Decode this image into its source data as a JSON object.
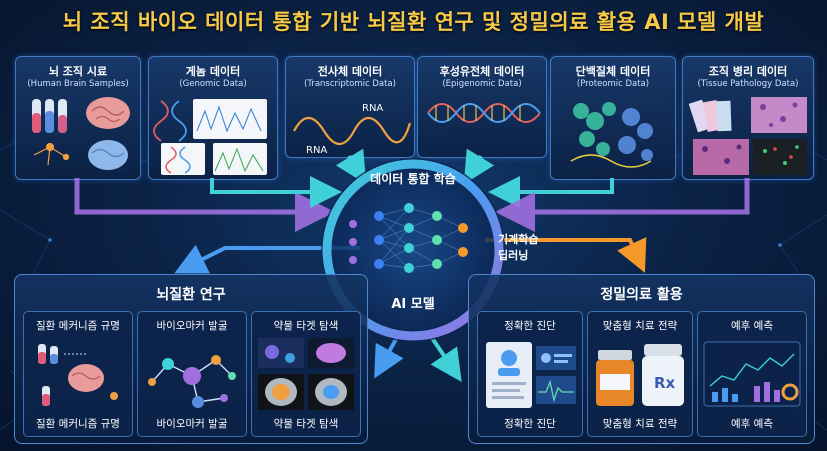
{
  "title": "뇌 조직 바이오 데이터 통합 기반 뇌질환 연구 및 정밀의료 활용 AI 모델 개발",
  "sources": [
    {
      "title": "뇌 조직 시료",
      "subtitle": "(Human Brain Samples)"
    },
    {
      "title": "게놈 데이터",
      "subtitle": "(Genomic Data)"
    },
    {
      "title": "전사체 데이터",
      "subtitle": "(Transcriptomic Data)",
      "rna_label_1": "RNA",
      "rna_label_2": "RNA"
    },
    {
      "title": "후성유전체 데이터",
      "subtitle": "(Epigenomic Data)"
    },
    {
      "title": "단백질체 데이터",
      "subtitle": "(Proteomic Data)"
    },
    {
      "title": "조직 병리 데이터",
      "subtitle": "(Tissue Pathology Data)"
    }
  ],
  "hub": {
    "top_label": "데이터 통합 학습",
    "center_label": "AI 모델",
    "side_label_1": "기계학습",
    "side_label_2": "딥러닝"
  },
  "research_panel": {
    "title": "뇌질환 연구",
    "items": [
      {
        "top_label": "질환 메커니즘 규명",
        "bottom_label": "질환 메커니즘 규명"
      },
      {
        "top_label": "바이오마커 발굴",
        "bottom_label": "바이오마커 발굴"
      },
      {
        "top_label": "약물 타겟 탐색",
        "bottom_label": "약물 타겟 탐색"
      }
    ]
  },
  "medicine_panel": {
    "title": "정밀의료 활용",
    "items": [
      {
        "top_label": "정확한 진단",
        "bottom_label": "정확한 진단"
      },
      {
        "top_label": "맞춤형 치료 전략",
        "bottom_label": "맞춤형 치료 전략",
        "pill_label": "Rx"
      },
      {
        "top_label": "예후 예측",
        "bottom_label": "예후 예측"
      }
    ]
  },
  "colors": {
    "title": "#f7c948",
    "arrow_purple": "#a070e0",
    "arrow_teal": "#3fd0d8",
    "arrow_blue": "#4a9cf0",
    "arrow_orange": "#f59a2a"
  }
}
